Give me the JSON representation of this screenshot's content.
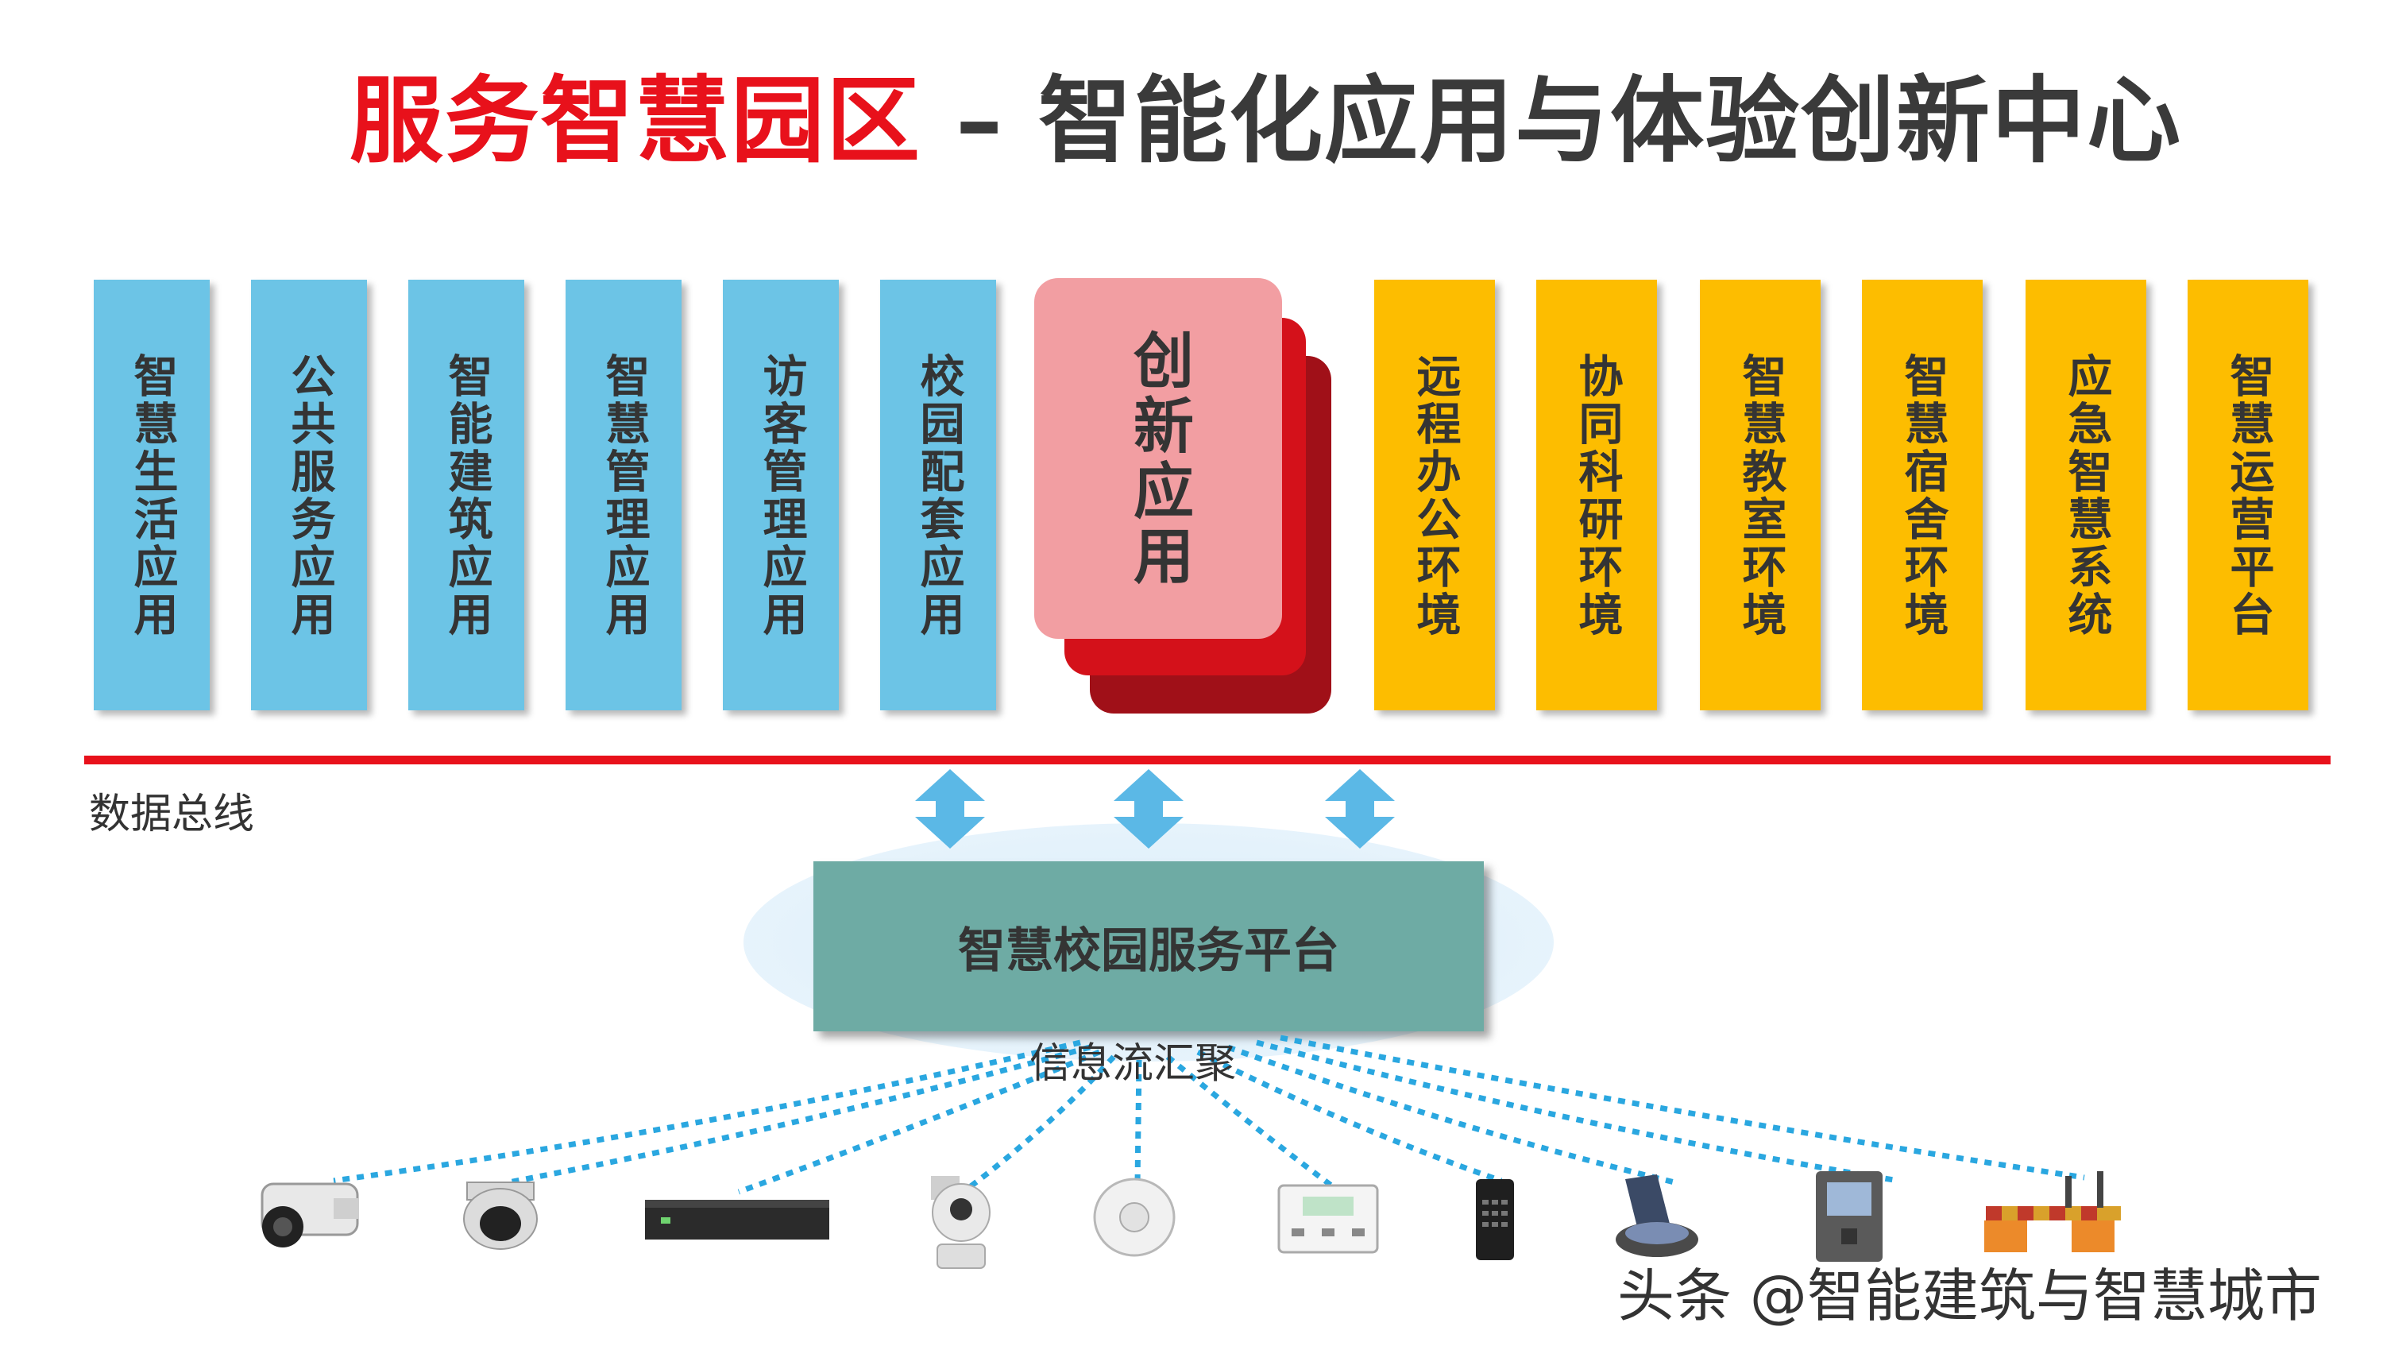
{
  "title": {
    "red": "服务智慧园区",
    "rest": " – 智能化应用与体验创新中心"
  },
  "blue_columns": [
    "智慧生活应用",
    "公共服务应用",
    "智能建筑应用",
    "智慧管理应用",
    "访客管理应用",
    "校园配套应用"
  ],
  "innovation_card": "创新应用",
  "yellow_columns": [
    "远程办公环境",
    "协同科研环境",
    "智慧教室环境",
    "智慧宿舍环境",
    "应急智慧系统",
    "智慧运营平台"
  ],
  "bus_label": "数据总线",
  "platform_label": "智慧校园服务平台",
  "flow_label": "信息流汇聚",
  "devices": [
    "bullet-camera",
    "dome-camera",
    "network-video-recorder",
    "ptz-camera",
    "smoke-detector",
    "thermostat-panel",
    "access-keypad",
    "card-reader",
    "door-intercom",
    "parking-barrier-gate"
  ],
  "watermark": "头条 @智能建筑与智慧城市",
  "colors": {
    "title_red": "#e8111b",
    "blue": "#6cc4e6",
    "yellow": "#fdbd00",
    "card_pink": "#f29ea2",
    "card_red": "#d4111a",
    "card_dark_red": "#a01018",
    "platform": "#6eaba4",
    "arrow": "#5bb8e6",
    "dots": "#2aa7e0"
  }
}
